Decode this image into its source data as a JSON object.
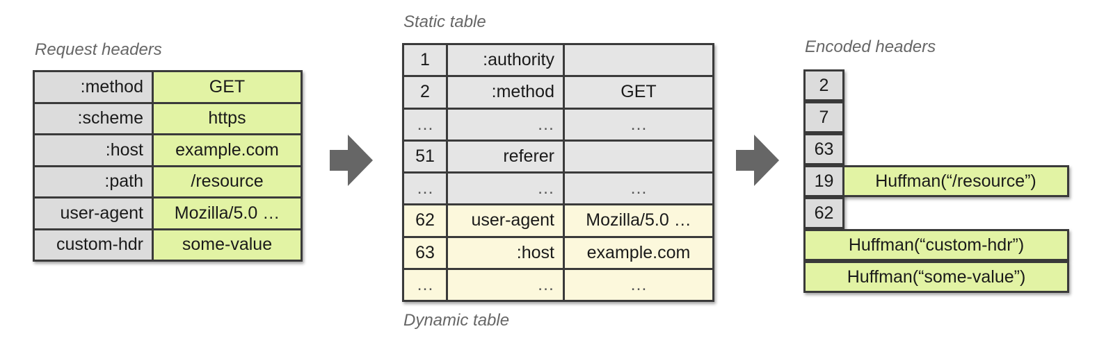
{
  "captions": {
    "request_headers": "Request headers",
    "static_table": "Static table",
    "dynamic_table": "Dynamic table",
    "encoded_headers": "Encoded headers"
  },
  "request_headers": [
    {
      "name": ":method",
      "value": "GET"
    },
    {
      "name": ":scheme",
      "value": "https"
    },
    {
      "name": ":host",
      "value": "example.com"
    },
    {
      "name": ":path",
      "value": "/resource"
    },
    {
      "name": "user-agent",
      "value": "Mozilla/5.0 …"
    },
    {
      "name": "custom-hdr",
      "value": "some-value"
    }
  ],
  "static_rows": [
    {
      "index": "1",
      "name": ":authority",
      "value": ""
    },
    {
      "index": "2",
      "name": ":method",
      "value": "GET"
    },
    {
      "index": "…",
      "name": "…",
      "value": "…"
    },
    {
      "index": "51",
      "name": "referer",
      "value": ""
    },
    {
      "index": "…",
      "name": "…",
      "value": "…"
    }
  ],
  "dynamic_rows": [
    {
      "index": "62",
      "name": "user-agent",
      "value": "Mozilla/5.0 …"
    },
    {
      "index": "63",
      "name": ":host",
      "value": "example.com"
    },
    {
      "index": "…",
      "name": "…",
      "value": "…"
    }
  ],
  "encoded": {
    "indices": [
      "2",
      "7",
      "63",
      "19",
      "62"
    ],
    "huffman_resource": "Huffman(“/resource”)",
    "huffman_custom_hdr": "Huffman(“custom-hdr”)",
    "huffman_some_value": "Huffman(“some-value”)"
  },
  "colors": {
    "name_cell": "#dcdcdc",
    "value_cell": "#e2f3a4",
    "dynamic_cell": "#fcf8dc",
    "arrow": "#666666"
  }
}
